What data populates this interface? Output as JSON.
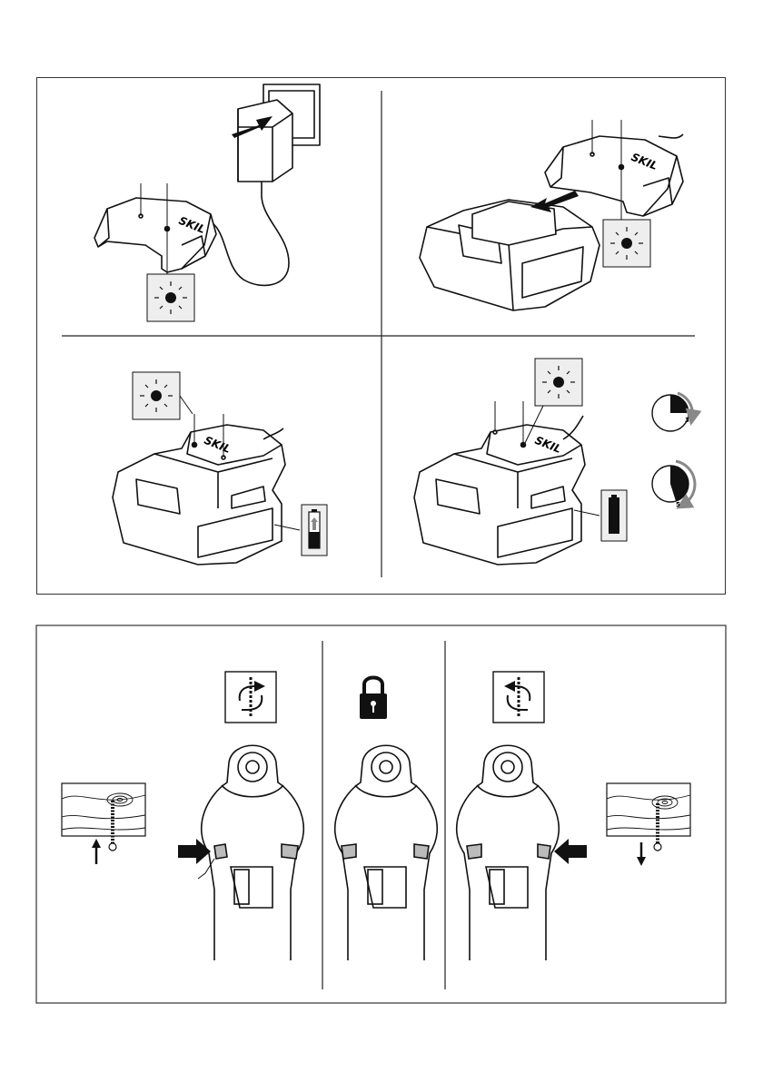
{
  "brand_mark": "SKIL",
  "charging_panel": {
    "steps": [
      {
        "id": "plug-adapter"
      },
      {
        "id": "insert-battery"
      },
      {
        "id": "charging-in-progress"
      },
      {
        "id": "charging-complete"
      }
    ],
    "timer_small_label": "3",
    "timer_large_label": "5"
  },
  "direction_panel": {
    "sections": [
      {
        "id": "forward",
        "icon": "rotation-clockwise-icon"
      },
      {
        "id": "lock",
        "icon": "padlock-icon"
      },
      {
        "id": "reverse",
        "icon": "rotation-counterclockwise-icon"
      }
    ]
  }
}
